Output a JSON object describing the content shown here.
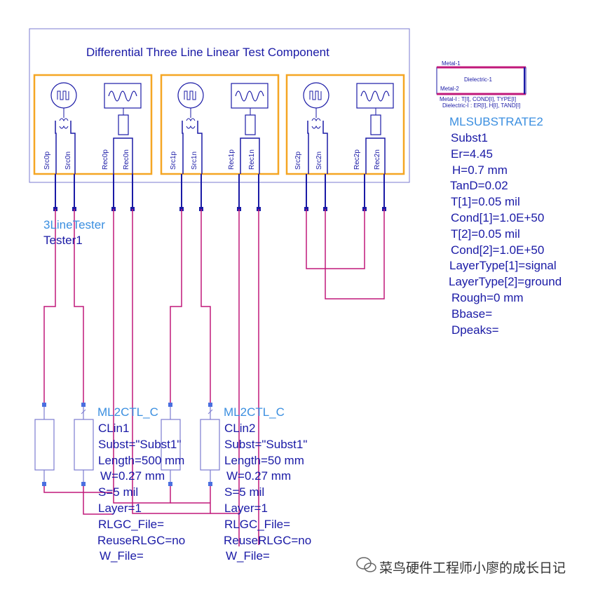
{
  "tester": {
    "title": "Differential Three Line Linear Test Component",
    "name": "3LineTester",
    "instance": "Tester1",
    "pins": [
      "Src0p",
      "Src0n",
      "Rec0p",
      "Rec0n",
      "Src1p",
      "Src1n",
      "Rec1p",
      "Rec1n",
      "Src2p",
      "Src2n",
      "Rec2p",
      "Rec2n"
    ]
  },
  "substrate": {
    "metal1": "Metal-1",
    "dielectric": "Dielectric-1",
    "metal2": "Metal-2",
    "legend1": "Metal-I :   T[I], COND[I], TYPE[I]",
    "legend2": "Dielectric-I : ER[I], H[I], TAND[I]",
    "name": "MLSUBSTRATE2",
    "params": [
      "Subst1",
      "Er=4.45",
      "H=0.7 mm",
      "TanD=0.02",
      "T[1]=0.05 mil",
      "Cond[1]=1.0E+50",
      "T[2]=0.05 mil",
      "Cond[2]=1.0E+50",
      "LayerType[1]=signal",
      "LayerType[2]=ground",
      "Rough=0 mm",
      "Bbase=",
      "Dpeaks="
    ]
  },
  "clin1": {
    "name": "ML2CTL_C",
    "params": [
      "CLin1",
      "Subst=\"Subst1\"",
      "Length=500 mm",
      "W=0.27 mm",
      "S=5 mil",
      "Layer=1",
      "RLGC_File=",
      "ReuseRLGC=no",
      "W_File="
    ]
  },
  "clin2": {
    "name": "ML2CTL_C",
    "params": [
      "CLin2",
      "Subst=\"Subst1\"",
      "Length=50 mm",
      "W=0.27 mm",
      "S=5 mil",
      "Layer=1",
      "RLGC_File=",
      "ReuseRLGC=no",
      "W_File="
    ]
  },
  "watermark": "菜鸟硬件工程师小廖的成长日记",
  "colors": {
    "component": "#1a1aa6",
    "wire": "#c0187a",
    "highlight": "#f5a623",
    "label": "#3b8fe0"
  }
}
